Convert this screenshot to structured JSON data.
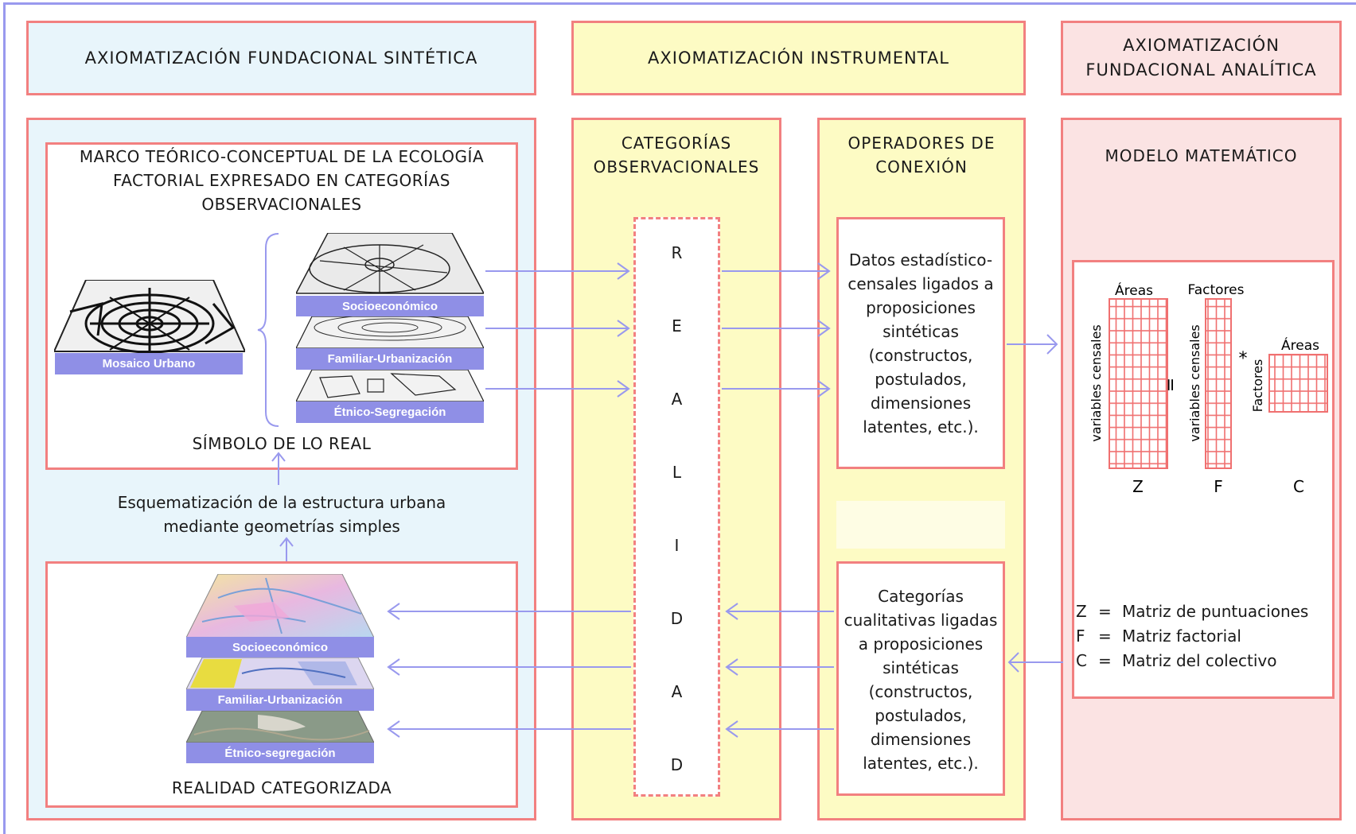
{
  "headers": {
    "synthetic": "AXIOMATIZACIÓN FUNDACIONAL SINTÉTICA",
    "instrumental": "AXIOMATIZACIÓN INSTRUMENTAL",
    "analytic_line1": "AXIOMATIZACIÓN",
    "analytic_line2": "FUNDACIONAL ANALÍTICA"
  },
  "synthetic": {
    "framework_line1": "MARCO TEÓRICO-CONCEPTUAL DE LA ECOLOGÍA",
    "framework_line2": "FACTORIAL EXPRESADO EN CATEGORÍAS",
    "framework_line3": "OBSERVACIONALES",
    "mosaic_label": "Mosaico Urbano",
    "layers_top": [
      "Socioeconómico",
      "Familiar-Urbanización",
      "Étnico-Segregación"
    ],
    "symbol_label": "SÍMBOLO DE LO REAL",
    "schema_line1": "Esquematización de la estructura urbana",
    "schema_line2": "mediante geometrías simples",
    "layers_bottom": [
      "Socioeconómico",
      "Familiar-Urbanización",
      "Étnico-segregación"
    ],
    "reality_label": "REALIDAD CATEGORIZADA"
  },
  "categories": {
    "title_line1": "CATEGORÍAS",
    "title_line2": "OBSERVACIONALES",
    "letters": [
      "R",
      "E",
      "A",
      "L",
      "I",
      "D",
      "A",
      "D"
    ]
  },
  "operators": {
    "title_line1": "OPERADORES DE",
    "title_line2": "CONEXIÓN",
    "top_box": [
      "Datos estadístico-",
      "censales ligados a",
      "proposiciones",
      "sintéticas",
      "(constructos,",
      "postulados,",
      "dimensiones",
      "latentes, etc.)."
    ],
    "bottom_box": [
      "Categorías",
      "cualitativas ligadas",
      "a proposiciones",
      "sintéticas",
      "(constructos,",
      "postulados,",
      "dimensiones",
      "latentes, etc.)."
    ]
  },
  "model": {
    "title": "MODELO MATEMÁTICO",
    "z_top": "Áreas",
    "z_side": "variables censales",
    "f_top": "Factores",
    "f_side": "variables censales",
    "c_top": "Áreas",
    "c_side": "Factores",
    "equals": "=",
    "times": "*",
    "z_name": "Z",
    "f_name": "F",
    "c_name": "C",
    "legend": [
      {
        "key": "Z",
        "eq": "=",
        "desc": "Matriz de puntuaciones"
      },
      {
        "key": "F",
        "eq": "=",
        "desc": "Matriz factorial"
      },
      {
        "key": "C",
        "eq": "=",
        "desc": "Matriz del colectivo"
      }
    ]
  },
  "colors": {
    "frame": "#9999ee",
    "border": "#f28080",
    "arrow": "#9999ee",
    "blue_fill": "#e8f5fb",
    "yellow_fill": "#fdfbc4",
    "pink_fill": "#fbe3e3",
    "label_bar": "#8f8fe6"
  }
}
